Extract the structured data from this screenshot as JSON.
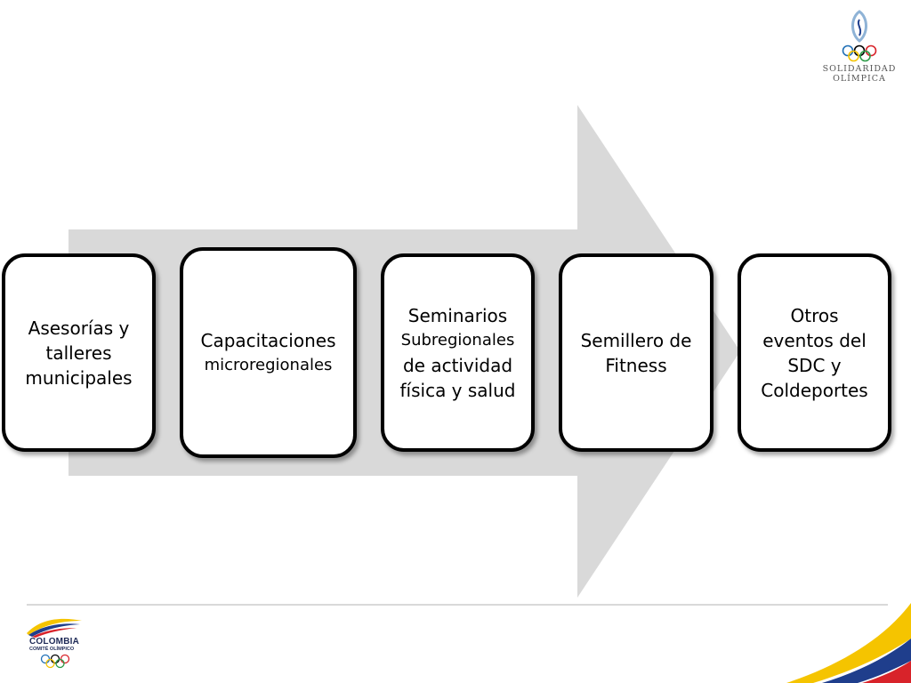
{
  "diagram": {
    "steps": [
      {
        "lines": [
          "Asesorías y",
          "talleres",
          "municipales"
        ]
      },
      {
        "lines": [
          "Capacitaciones",
          "microregionales"
        ]
      },
      {
        "lines": [
          "Seminarios",
          "Subregionales",
          "de actividad",
          "física y salud"
        ]
      },
      {
        "lines": [
          "Semillero de",
          "Fitness"
        ]
      },
      {
        "lines": [
          "Otros",
          "eventos del",
          "SDC y",
          "Coldeportes"
        ]
      }
    ]
  },
  "branding": {
    "top_logo": {
      "line1": "SOLIDARIDAD",
      "line2": "OLÍMPICA"
    },
    "bottom_logo": {
      "line1": "COLOMBIA",
      "line2": "COMITÉ OLÍMPICO"
    }
  },
  "colors": {
    "arrow": "#d9d9d9",
    "box_border": "#000000",
    "accent_yellow": "#f5c400",
    "accent_blue": "#1f3e8c",
    "accent_red": "#d8232a"
  }
}
